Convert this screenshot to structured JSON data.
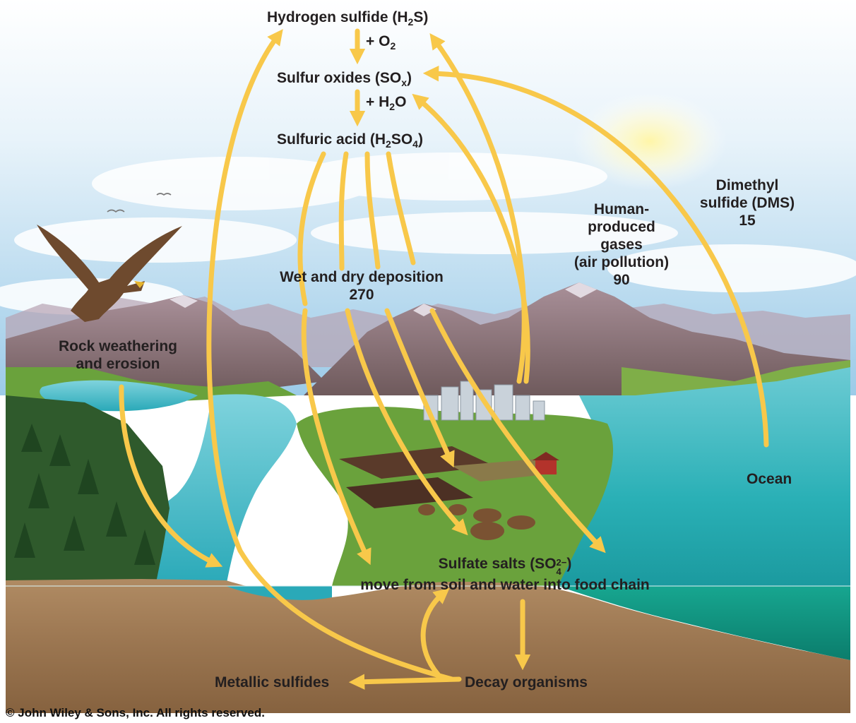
{
  "labels": {
    "h2s": {
      "pre": "Hydrogen sulfide (H",
      "sub": "2",
      "post": "S)"
    },
    "plus_o2": {
      "pre": "+ O",
      "sub": "2"
    },
    "sox": {
      "pre": "Sulfur oxides (SO",
      "sub": "x",
      "post": ")"
    },
    "plus_h2o": {
      "pre": "+ H",
      "sub": "2",
      "post": "O"
    },
    "h2so4": {
      "pre": "Sulfuric acid (H",
      "sub1": "2",
      "mid": "SO",
      "sub2": "4",
      "post": ")"
    },
    "wet_dry": {
      "line1": "Wet and dry deposition",
      "line2": "270"
    },
    "human": {
      "line1": "Human-",
      "line2": "produced",
      "line3": "gases",
      "line4": "(air pollution)",
      "line5": "90"
    },
    "dms": {
      "line1": "Dimethyl",
      "line2": "sulfide (DMS)",
      "line3": "15"
    },
    "rock": {
      "line1": "Rock weathering",
      "line2": "and erosion"
    },
    "ocean": "Ocean",
    "sulfate": {
      "pre": "Sulfate salts (SO",
      "sup": "2−",
      "sub": "4",
      "post": ")",
      "line2": "move from soil and water into food chain"
    },
    "metallic": "Metallic sulfides",
    "decay": "Decay organisms"
  },
  "copyright": "© John Wiley & Sons, Inc. All rights reserved.",
  "colors": {
    "arrow": "#f8c84a",
    "sky_top": "#ffffff",
    "sky_bottom": "#a9d4ee",
    "mountain": "#8f7883",
    "water": "#2fb5c0",
    "ocean_deep": "#0f9e8c",
    "grass": "#5e9a34",
    "forest": "#2f5a2c",
    "soil": "#a37f5b"
  }
}
